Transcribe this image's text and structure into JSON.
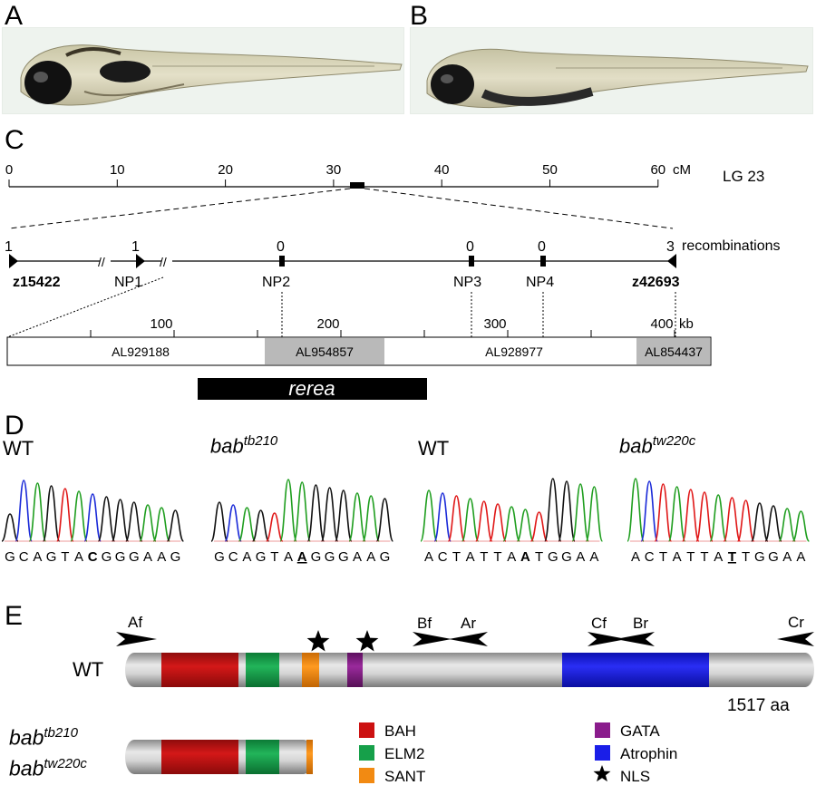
{
  "panels": {
    "a": "A",
    "b": "B",
    "c": "C",
    "d": "D",
    "e": "E"
  },
  "map": {
    "scale_ticks": [
      "0",
      "10",
      "20",
      "30",
      "40",
      "50",
      "60"
    ],
    "unit": "cM",
    "linkage_group": "LG 23",
    "markers": [
      {
        "name": "z15422",
        "count": "1",
        "bold": true
      },
      {
        "name": "NP1",
        "count": "1",
        "bold": false
      },
      {
        "name": "NP2",
        "count": "0",
        "bold": false
      },
      {
        "name": "NP3",
        "count": "0",
        "bold": false
      },
      {
        "name": "NP4",
        "count": "0",
        "bold": false
      },
      {
        "name": "z42693",
        "count": "3",
        "bold": true
      }
    ],
    "recombinations_label": "recombinations",
    "kb_ticks": [
      "100",
      "200",
      "300",
      "400"
    ],
    "kb_unit": "kb",
    "clones": [
      {
        "name": "AL929188",
        "shaded": false
      },
      {
        "name": "AL954857",
        "shaded": true
      },
      {
        "name": "AL928977",
        "shaded": false
      },
      {
        "name": "AL854437",
        "shaded": true
      }
    ],
    "gene": "rerea"
  },
  "chromatograms": [
    {
      "genotype": "WT",
      "allele": "",
      "bases": [
        "G",
        "C",
        "A",
        "G",
        "T",
        "A",
        "C",
        "G",
        "G",
        "G",
        "A",
        "A",
        "G"
      ],
      "mark_index": 6,
      "underline": false
    },
    {
      "genotype": "bab",
      "allele": "tb210",
      "bases": [
        "G",
        "C",
        "A",
        "G",
        "T",
        "A",
        "A",
        "G",
        "G",
        "G",
        "A",
        "A",
        "G"
      ],
      "mark_index": 6,
      "underline": true
    },
    {
      "genotype": "WT",
      "allele": "",
      "bases": [
        "A",
        "C",
        "T",
        "A",
        "T",
        "T",
        "A",
        "A",
        "T",
        "G",
        "G",
        "A",
        "A"
      ],
      "mark_index": 7,
      "underline": false
    },
    {
      "genotype": "bab",
      "allele": "tw220c",
      "bases": [
        "A",
        "C",
        "T",
        "A",
        "T",
        "T",
        "A",
        "T",
        "T",
        "G",
        "G",
        "A",
        "A"
      ],
      "mark_index": 7,
      "underline": true
    }
  ],
  "protein": {
    "wt_label": "WT",
    "length_label": "1517 aa",
    "primers": [
      "Af",
      "Bf",
      "Ar",
      "Cf",
      "Br",
      "Cr"
    ],
    "mutant_labels": [
      {
        "genotype": "bab",
        "allele": "tb210"
      },
      {
        "genotype": "bab",
        "allele": "tw220c"
      }
    ],
    "legend": [
      {
        "label": "BAH",
        "color": "#cc1111"
      },
      {
        "label": "ELM2",
        "color": "#16a04a"
      },
      {
        "label": "SANT",
        "color": "#f28a12"
      },
      {
        "label": "GATA",
        "color": "#8a1c8c"
      },
      {
        "label": "Atrophin",
        "color": "#1a1ee8"
      },
      {
        "label": "NLS",
        "icon": "star-icon"
      }
    ]
  }
}
